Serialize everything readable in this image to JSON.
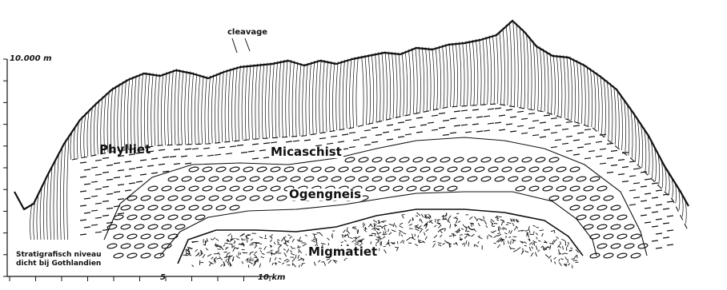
{
  "labels": {
    "cleavage": "cleavage",
    "height_scale": "10.000 m",
    "phylliet": "Phylliet",
    "micaschist": "Micaschist",
    "ogengneis": "Ogengneis",
    "migmatiet": "Migmatiet",
    "stratigraphic_note_line1": "Stratigrafisch niveau",
    "stratigraphic_note_line2": "dicht bij Gothlandien",
    "scale_mid": "5",
    "scale_end": "10 km"
  },
  "colors": {
    "ink": "#111111",
    "paper": "#ffffff"
  },
  "vertical_scale": {
    "value": 10000,
    "unit": "m"
  },
  "horizontal_scale": {
    "ticks": 10,
    "value": 10,
    "unit": "km"
  }
}
